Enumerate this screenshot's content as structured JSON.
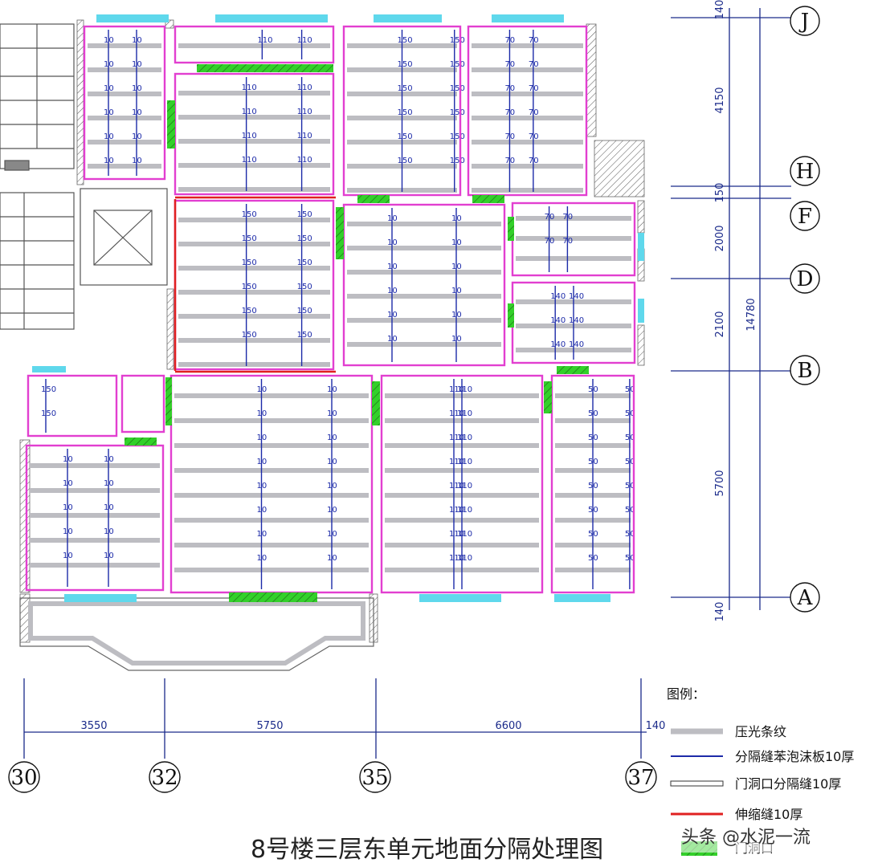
{
  "title": "8号楼三层东单元地面分隔处理图",
  "watermark": "头条 @水泥一流",
  "colors": {
    "room_border": "#e23fd0",
    "strip": "#bdbdc2",
    "joint": "#1c2aa8",
    "expansion": "#e02020",
    "door": "#33d02a",
    "window": "#5fd8ec",
    "axis": "#1a2a8a"
  },
  "axes": {
    "vertical": [
      {
        "label": "30"
      },
      {
        "label": "32"
      },
      {
        "label": "35"
      },
      {
        "label": "37"
      }
    ],
    "horizontal": [
      {
        "label": "J"
      },
      {
        "label": "H"
      },
      {
        "label": "F"
      },
      {
        "label": "D"
      },
      {
        "label": "B"
      },
      {
        "label": "A"
      }
    ]
  },
  "dimensions": {
    "bottom": [
      "3550",
      "5750",
      "6600",
      "140"
    ],
    "right_inner": [
      "140",
      "4150",
      "150",
      "2000",
      "2100",
      "5700",
      "140"
    ],
    "right_total": "14780"
  },
  "legend": {
    "heading": "图例：",
    "items": [
      {
        "key": "strip",
        "label": "压光条纹"
      },
      {
        "key": "joint",
        "label": "分隔缝苯泡沫板10厚"
      },
      {
        "key": "door_joint",
        "label": "门洞口分隔缝10厚"
      },
      {
        "key": "expansion",
        "label": "伸缩缝10厚"
      },
      {
        "key": "door",
        "label": "门洞口"
      }
    ]
  },
  "room_labels": [
    "110",
    "50",
    "140",
    "150",
    "70",
    "10"
  ]
}
